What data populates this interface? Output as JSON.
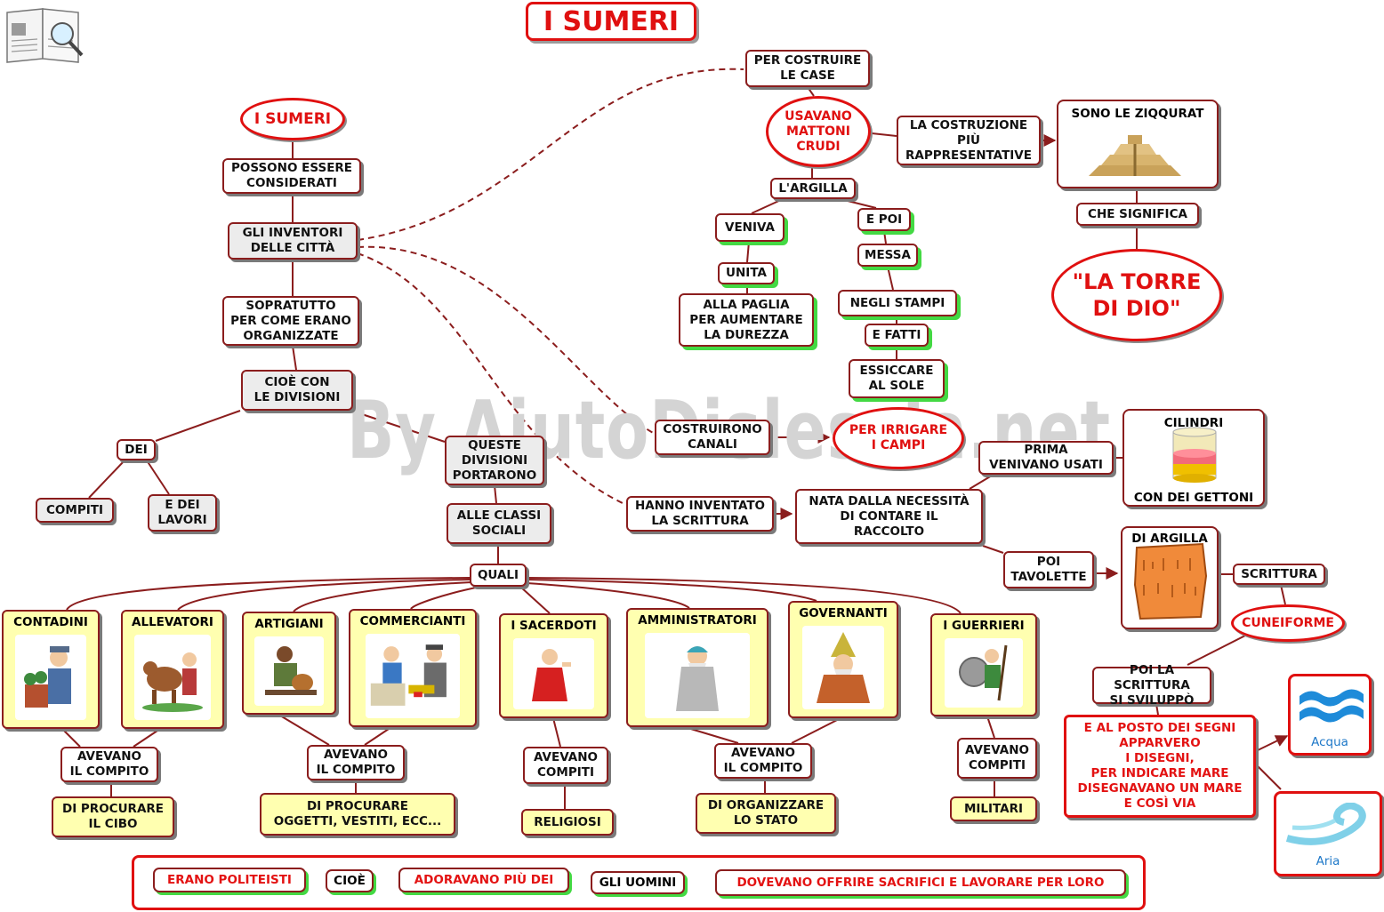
{
  "title": "I SUMERI",
  "watermark": "By AiutoDislessia.net",
  "left_branch": {
    "root": "I SUMERI",
    "possono": "POSSONO ESSERE\nCONSIDERATI",
    "inventori": "GLI INVENTORI\nDELLE CITTÀ",
    "sopratutto": "SOPRATUTTO\nPER COME ERANO\nORGANIZZATE",
    "cioe": "CIOÈ CON\nLE DIVISIONI",
    "dei": "DEI",
    "compiti": "COMPITI",
    "e_dei_lavori": "E DEI\nLAVORI",
    "queste": "QUESTE\nDIVISIONI\nPORTARONO",
    "classi": "ALLE CLASSI\nSOCIALI",
    "quali": "QUALI"
  },
  "classes": [
    {
      "label": "CONTADINI",
      "icon": "farmer-icon"
    },
    {
      "label": "ALLEVATORI",
      "icon": "cow-icon"
    },
    {
      "label": "ARTIGIANI",
      "icon": "potter-icon"
    },
    {
      "label": "COMMERCIANTI",
      "icon": "merchant-icon"
    },
    {
      "label": "I SACERDOTI",
      "icon": "priest-icon"
    },
    {
      "label": "AMMINISTRATORI",
      "icon": "elder-icon"
    },
    {
      "label": "GOVERNANTI",
      "icon": "ruler-icon"
    },
    {
      "label": "I GUERRIERI",
      "icon": "warrior-icon"
    }
  ],
  "tasks": {
    "avevano_compito": "AVEVANO\nIL COMPITO",
    "avevano_compiti": "AVEVANO\nCOMPITI",
    "cibo": "DI PROCURARE\nIL CIBO",
    "oggetti": "DI PROCURARE\nOGGETTI, VESTITI, ECC...",
    "religiosi": "RELIGIOSI",
    "stato": "DI ORGANIZZARE\nLO STATO",
    "militari": "MILITARI"
  },
  "houses": {
    "per_costruire": "PER COSTRUIRE\nLE CASE",
    "mattoni": "USAVANO\nMATTONI\nCRUDI",
    "costruzione": "LA COSTRUZIONE\nPIÙ\nRAPPRESENTATIVE",
    "ziqqurat": "SONO LE ZIQQURAT",
    "significa": "CHE SIGNIFICA",
    "torre": "\"LA TORRE\nDI DIO\"",
    "argilla": "L'ARGILLA",
    "veniva": "VENIVA",
    "unita": "UNITA",
    "paglia": "ALLA PAGLIA\nPER AUMENTARE\nLA DUREZZA",
    "e_poi": "E POI",
    "messa": "MESSA",
    "stampi": "NEGLI STAMPI",
    "e_fatti": "E FATTI",
    "essiccare": "ESSICCARE\nAL SOLE"
  },
  "canals": {
    "costruirono": "COSTRUIRONO\nCANALI",
    "irrigare": "PER IRRIGARE\nI CAMPI"
  },
  "writing": {
    "hanno": "HANNO INVENTATO\nLA SCRITTURA",
    "nata": "NATA DALLA NECESSITÀ\nDI CONTARE IL\nRACCOLTO",
    "prima": "PRIMA\nVENIVANO USATI",
    "cilindri": "CILINDRI",
    "gettoni": "CON DEI GETTONI",
    "poi_tavolette": "POI\nTAVOLETTE",
    "di_argilla": "DI ARGILLA",
    "scrittura": "SCRITTURA",
    "cuneiforme": "CUNEIFORME",
    "sviluppo": "POI LA SCRITTURA\nSI SVILUPPÒ",
    "segni": "E AL POSTO DEI SEGNI\nAPPARVERO\nI DISEGNI,\nPER INDICARE MARE\nDISEGNAVANO UN MARE\nE COSÌ VIA",
    "acqua": "Acqua",
    "aria": "Aria"
  },
  "bottom": {
    "politeisti": "ERANO POLITEISTI",
    "cioe": "CIOÈ",
    "adoravano": "ADORAVANO PIÙ DEI",
    "uomini": "GLI UOMINI",
    "dovevano": "DOVEVANO  OFFRIRE SACRIFICI E LAVORARE PER LORO"
  },
  "colors": {
    "accent_red": "#e01010",
    "border": "#8b1d1d",
    "class_bg": "#ffffb0",
    "shadow_green": "#43d943"
  }
}
